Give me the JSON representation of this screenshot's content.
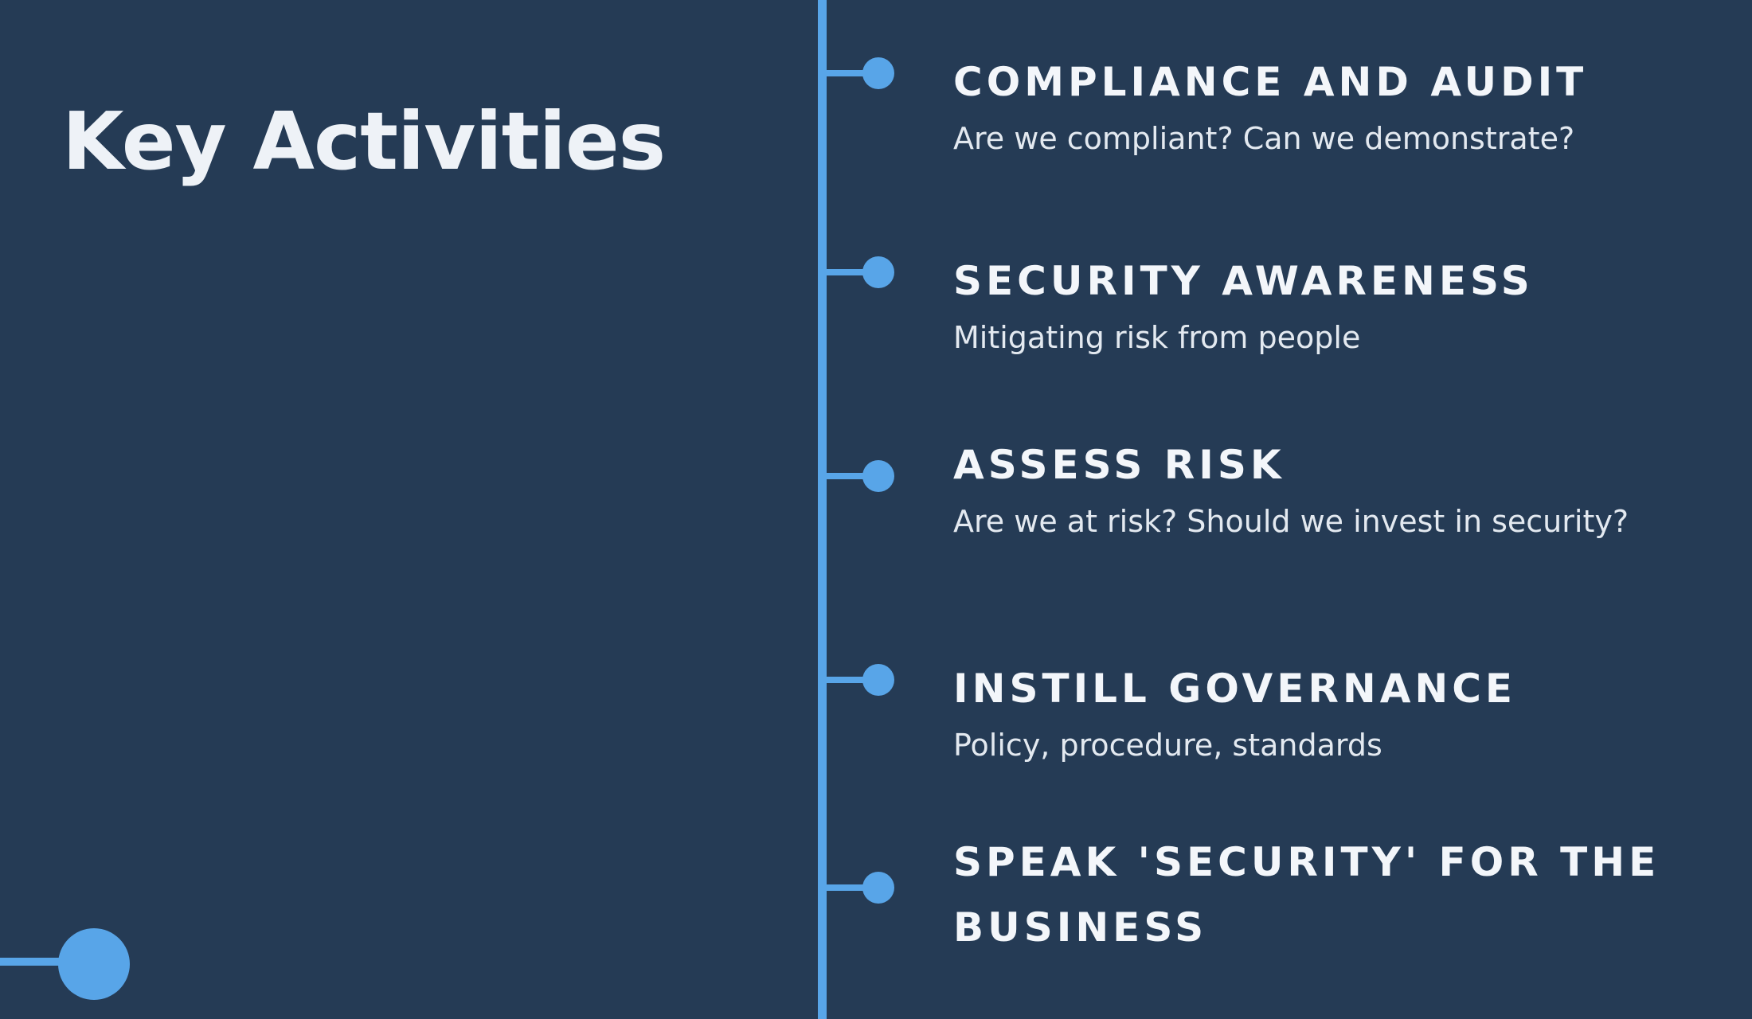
{
  "slide": {
    "title": "Key Activities",
    "accent_color": "#58a5e8",
    "background_color": "#253b55",
    "activities": [
      {
        "title": "COMPLIANCE AND AUDIT",
        "description": "Are we compliant? Can we demonstrate?"
      },
      {
        "title": "SECURITY AWARENESS",
        "description": "Mitigating risk from people"
      },
      {
        "title": "ASSESS RISK",
        "description": "Are we at risk? Should we invest in security?"
      },
      {
        "title": "INSTILL GOVERNANCE",
        "description": "Policy, procedure, standards"
      },
      {
        "title": "SPEAK 'SECURITY' FOR THE BUSINESS",
        "description": ""
      }
    ]
  }
}
